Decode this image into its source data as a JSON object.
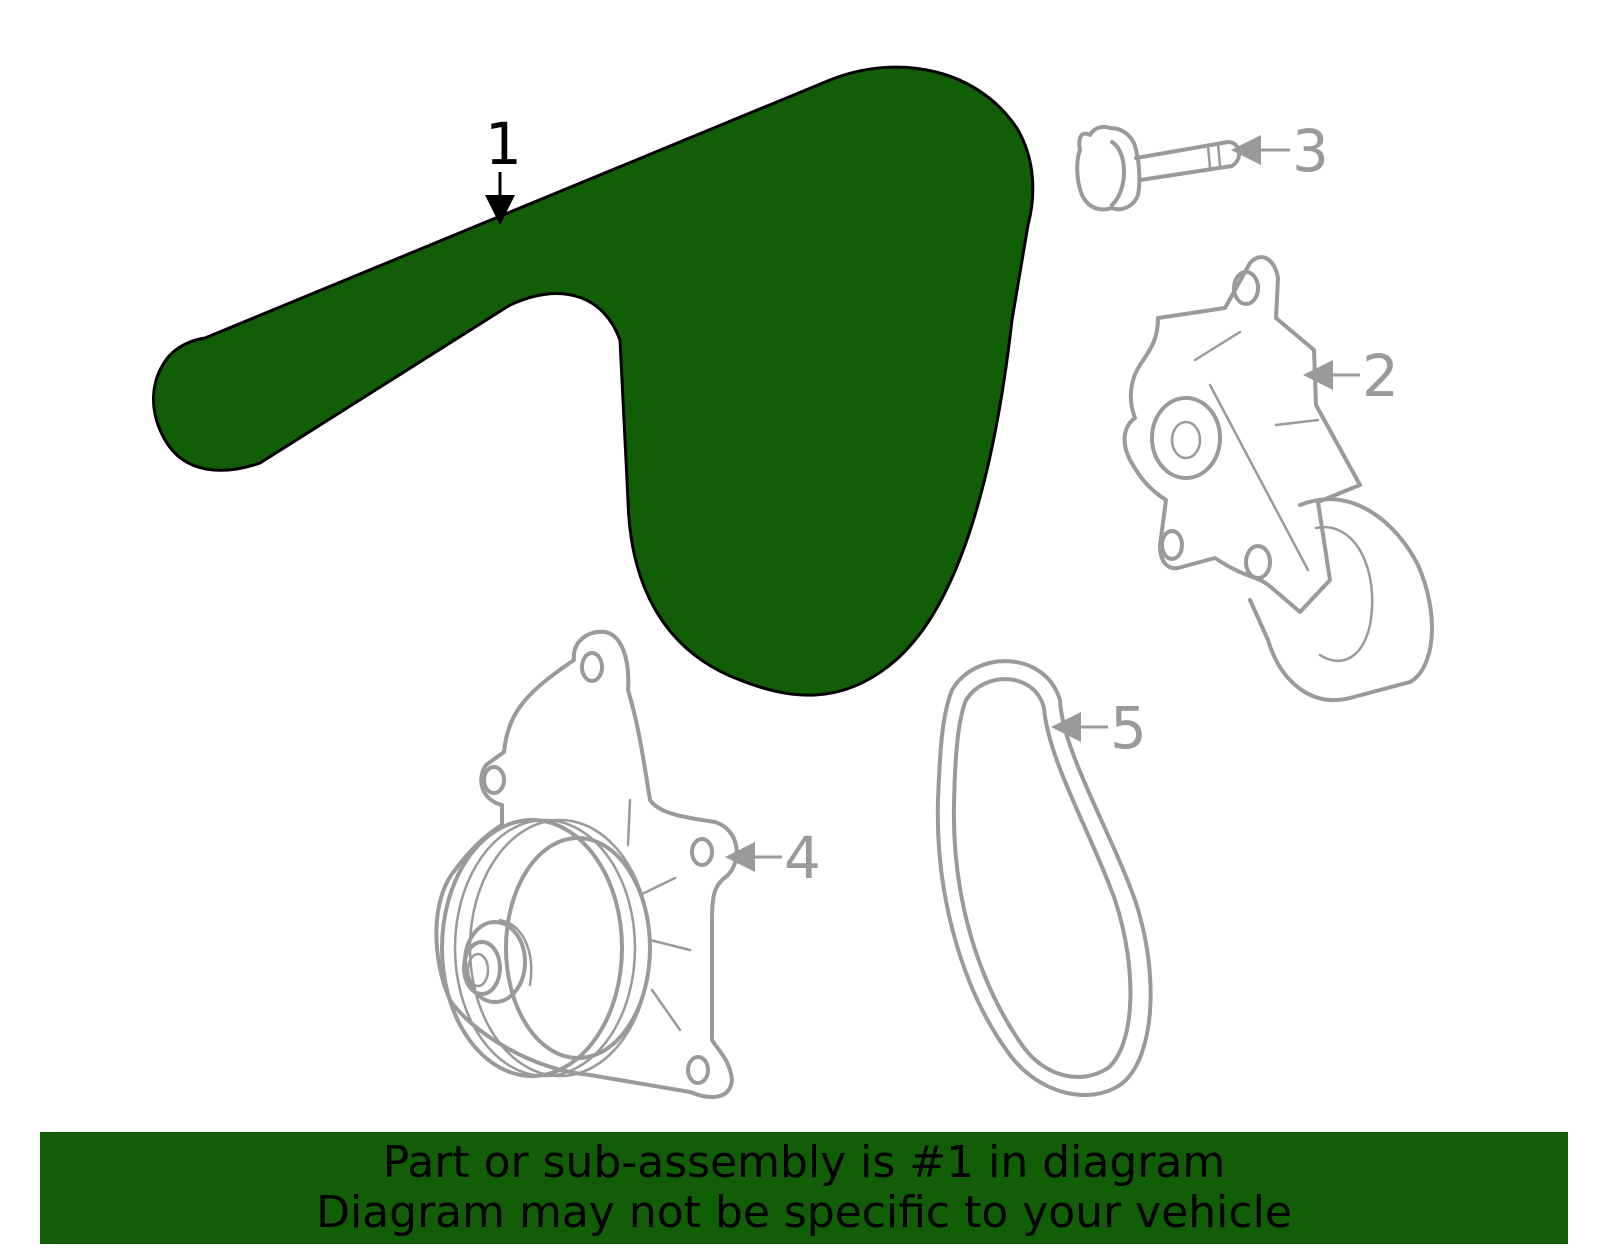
{
  "colors": {
    "highlight": "#125e06",
    "outline_other": "#9a9a9a",
    "outline_main": "#000000"
  },
  "callouts": {
    "part1": "1",
    "part2": "2",
    "part3": "3",
    "part4": "4",
    "part5": "5"
  },
  "banner": {
    "line1": "Part or sub-assembly is #1 in diagram",
    "line2": "Diagram may not be specific to your vehicle"
  }
}
